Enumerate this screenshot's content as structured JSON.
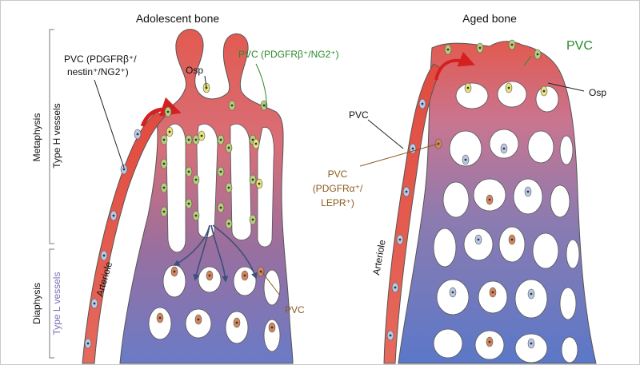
{
  "titles": {
    "adolescent": "Adolescent bone",
    "aged": "Aged bone"
  },
  "regions": {
    "metaphysis": "Metaphysis",
    "type_h": "Type H vessels",
    "diaphysis": "Diaphysis",
    "type_l": "Type L vessels"
  },
  "labels": {
    "pvc_a_line1": "PVC (PDGFRβ⁺/",
    "pvc_a_line2": "nestin⁺/NG2⁺)",
    "pvc_b": "PVC (PDGFRβ⁺/NG2⁺)",
    "osp": "Osp",
    "arteriole": "Arteriole",
    "pvc_c": "PVC",
    "pvc_aged_top": "PVC",
    "osp_aged": "Osp",
    "pvc_aged_left": "PVC",
    "pvc_aged_mid_line1": "PVC",
    "pvc_aged_mid_line2": "(PDGFRα⁺/",
    "pvc_aged_mid_line3": "LEPR⁺)",
    "arteriole_aged": "Arteriole"
  },
  "colors": {
    "arterial": "#e25a4f",
    "venous": "#5a78c8",
    "transition": "#9a6f9e",
    "pvc_green": "#b8cf7a",
    "pvc_blue": "#b7c9e6",
    "pvc_brown": "#d6865d",
    "osp_yellow": "#e8e27a",
    "green_text": "#2b8a2b",
    "brown_text": "#8a5a1c",
    "type_l_text": "#7a6fb5",
    "arrow_red": "#d42020",
    "arrow_blue": "#3b4f7a"
  }
}
